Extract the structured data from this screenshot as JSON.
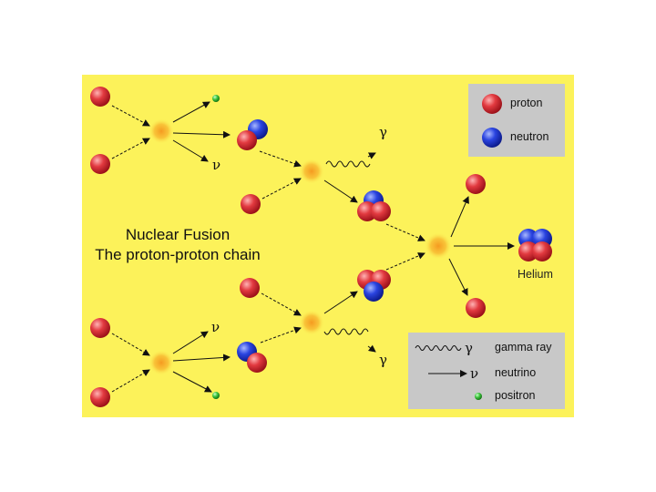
{
  "title": {
    "line1": "Nuclear Fusion",
    "line2": "The proton-proton chain"
  },
  "particle_legend": {
    "proton": "proton",
    "neutron": "neutron"
  },
  "symbol_legend": {
    "gamma_symbol": "γ",
    "gamma_label": "gamma ray",
    "neutrino_symbol": "ν",
    "neutrino_label": "neutrino",
    "positron_label": "positron"
  },
  "diagram_labels": {
    "gamma": "γ",
    "neutrino": "ν",
    "helium": "Helium"
  },
  "colors": {
    "background": "#fcf25a",
    "proton": "#e0343c",
    "neutron": "#2438d8",
    "positron": "#38c038",
    "flash": "#f5a020",
    "legend_box": "#c8c8c8"
  }
}
